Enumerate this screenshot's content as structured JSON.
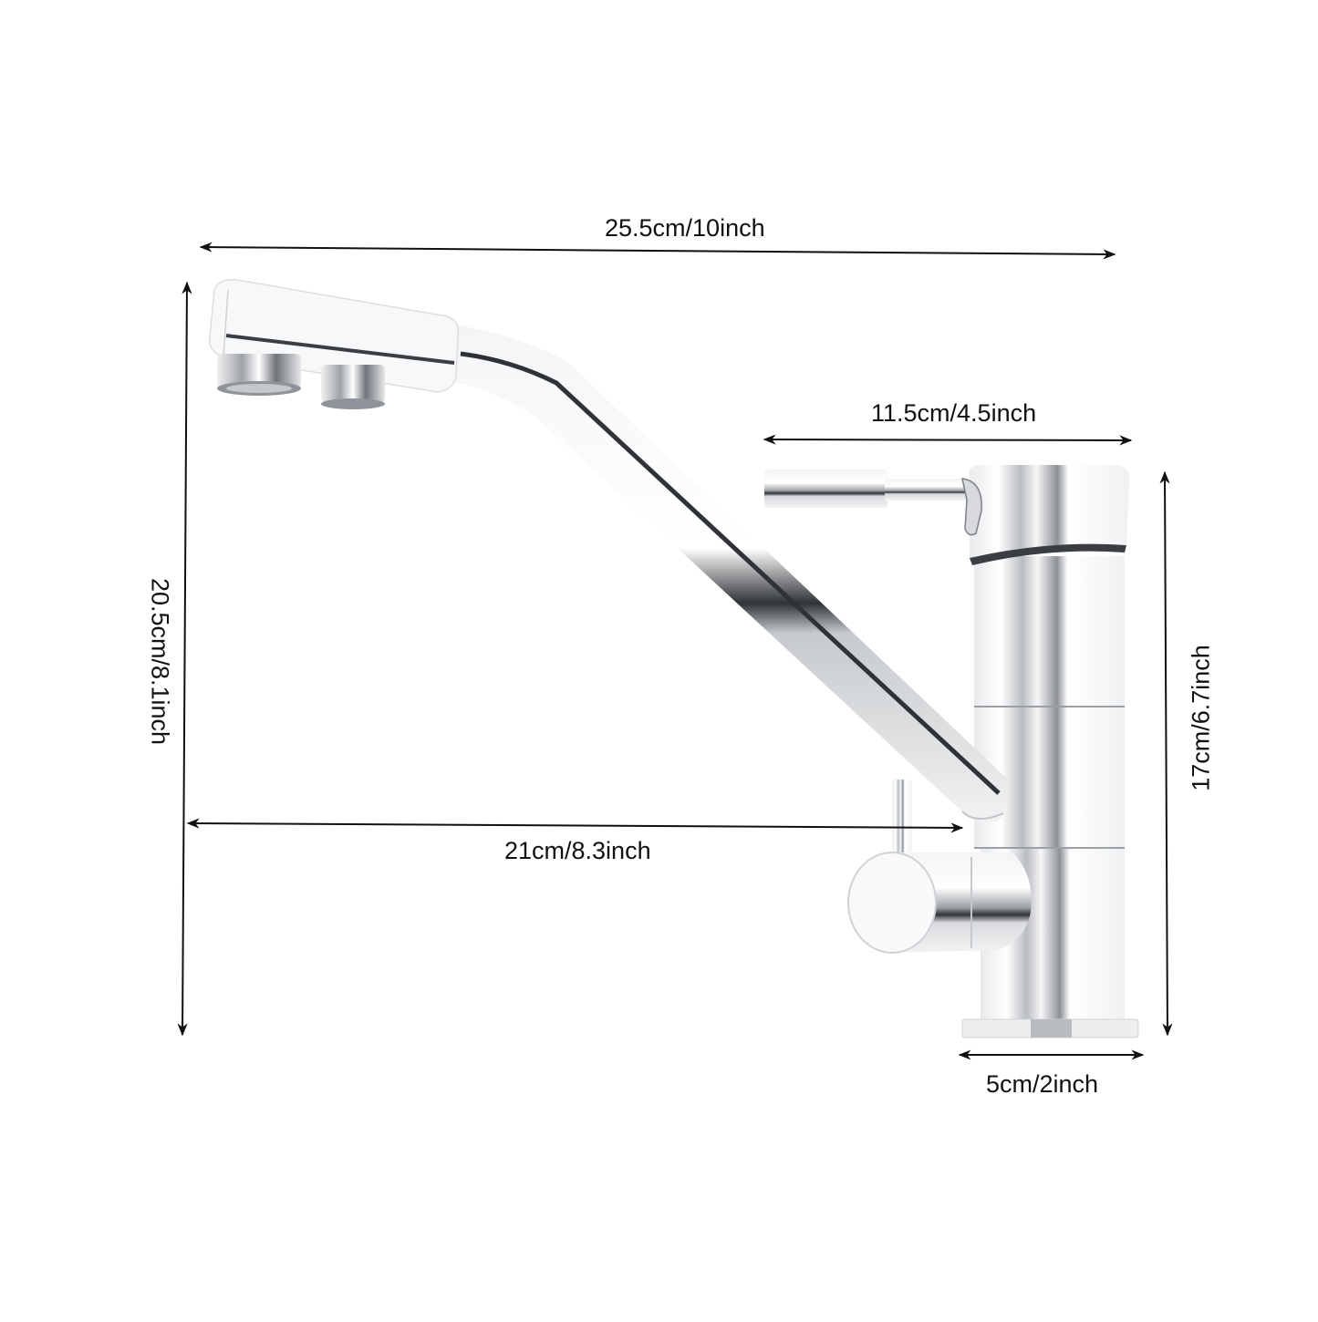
{
  "diagram": {
    "type": "product-dimension-diagram",
    "subject": "kitchen faucet (3-way, dual spout, side filter lever)",
    "background": "#ffffff",
    "line_color": "#111111",
    "chrome_colors": {
      "light": "#f4f5f6",
      "mid": "#c9ccd0",
      "dark": "#3a3d42",
      "shadow": "#8b8f95"
    }
  },
  "dimensions": {
    "overall_width": {
      "label": "25.5cm/10inch",
      "orientation": "horizontal",
      "arrow": "double"
    },
    "overall_height": {
      "label": "20.5cm/8.1inch",
      "orientation": "vertical",
      "arrow": "double"
    },
    "handle_length": {
      "label": "11.5cm/4.5inch",
      "orientation": "horizontal",
      "arrow": "double"
    },
    "body_height": {
      "label": "17cm/6.7inch",
      "orientation": "vertical",
      "arrow": "double"
    },
    "spout_reach": {
      "label": "21cm/8.3inch",
      "orientation": "horizontal",
      "arrow": "double"
    },
    "base_diameter": {
      "label": "5cm/2inch",
      "orientation": "horizontal",
      "arrow": "double"
    }
  }
}
